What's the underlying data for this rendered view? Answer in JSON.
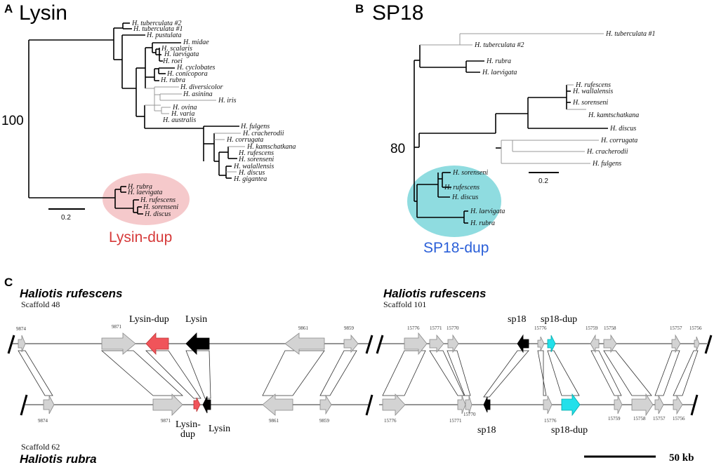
{
  "panels": {
    "a": {
      "letter": "A",
      "title": "Lysin",
      "support": "100",
      "scale_label": "0.2",
      "dup_label": "Lysin-dup",
      "dup_color": "#f5c9cb"
    },
    "b": {
      "letter": "B",
      "title": "SP18",
      "support": "80",
      "scale_label": "0.2",
      "dup_label": "SP18-dup",
      "dup_color": "#8fdce0"
    },
    "c": {
      "letter": "C",
      "scale_label": "50 kb"
    }
  },
  "tree_a_taxa": [
    "H. tuberculata #2",
    "H. tuberculata #1",
    "H. pustulata",
    "H. midae",
    "H. scalaris",
    "H. laevigata",
    "H. roei",
    "H. cyclobates",
    "H. conicopora",
    "H. rubra",
    "H. diversicolor",
    "H. asinina",
    "H. iris",
    "H. ovina",
    "H. varia",
    "H. australis",
    "H. fulgens",
    "H. cracherodii",
    "H. corrugata",
    "H. kamschatkana",
    "H. rufescens",
    "H. sorenseni",
    "H. walallensis",
    "H. discus",
    "H. gigantea",
    "H. rubra",
    "H. laevigata",
    "H. rufescens",
    "H. sorenseni",
    "H. discus"
  ],
  "tree_b_taxa": [
    "H. tuberculata #1",
    "H. tuberculata #2",
    "H. rubra",
    "H. laevigata",
    "H. rufescens",
    "H. wallalensis",
    "H. sorenseni",
    "H. kamtschatkana",
    "H. discus",
    "H. corrugata",
    "H. cracherodii",
    "H. fulgens",
    "H. sorenseni",
    "H. rufescens",
    "H. discus",
    "H. laevigata",
    "H. rubra"
  ],
  "synteny_left": {
    "top_species": "Haliotis rufescens",
    "top_scaffold": "Scaffold 48",
    "bottom_scaffold": "Scaffold 62",
    "bottom_species": "Haliotis rubra",
    "top_gene_ids": [
      "9874",
      "9871",
      "9861",
      "9859"
    ],
    "top_gene_labels": [
      "Lysin-dup",
      "Lysin"
    ],
    "bottom_gene_ids": [
      "9874",
      "9871",
      "9861",
      "9859"
    ],
    "bottom_lysin_dup_line1": "Lysin-",
    "bottom_lysin_dup_line2": "dup",
    "bottom_lysin": "Lysin"
  },
  "synteny_right": {
    "top_species": "Haliotis rufescens",
    "top_scaffold": "Scaffold 101",
    "top_gene_ids": [
      "15776",
      "15771",
      "15770",
      "15776",
      "15759",
      "15758",
      "15757",
      "15756"
    ],
    "top_gene_labels": [
      "sp18",
      "sp18-dup"
    ],
    "bottom_gene_ids": [
      "15776",
      "15771",
      "15770",
      "15776",
      "15759",
      "15758",
      "15757",
      "15756"
    ],
    "bottom_gene_labels": [
      "sp18",
      "sp18-dup"
    ]
  },
  "colors": {
    "gene_gray": "#d3d3d3",
    "lysin_dup": "#f0545a",
    "sp18_dup": "#22e0ea",
    "focal": "#000000"
  }
}
